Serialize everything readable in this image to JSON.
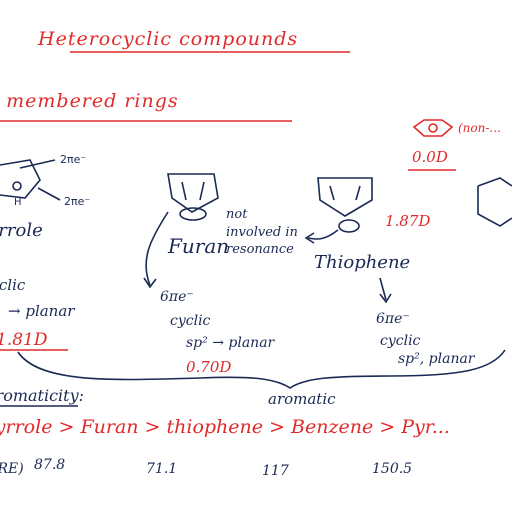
{
  "heading": {
    "title": "Heterocyclic compounds",
    "subtitle": "five membered rings"
  },
  "colors": {
    "red_ink": "#e02a2a",
    "blue_ink": "#1b2a55"
  },
  "pyrrole": {
    "name": "Pyrrole",
    "lone_pair_label": "2πe⁻",
    "double_bond_label": "2πe⁻",
    "h_label": "H",
    "props": [
      "cyclic",
      "→ planar"
    ],
    "dipole": "1.81D"
  },
  "furan": {
    "name": "Furan",
    "props": [
      "6πe⁻",
      "cyclic",
      "sp² → planar"
    ],
    "dipole": "0.70D",
    "note": "not involved in resonance"
  },
  "thiophene": {
    "name": "Thiophene",
    "dipole": "1.87D",
    "props": [
      "6πe⁻",
      "cyclic",
      "sp², planar"
    ]
  },
  "benzene": {
    "label": "(non-...",
    "dipole": "0.0D"
  },
  "aromaticity": {
    "label": "aromaticity:",
    "bracket_label": "aromatic",
    "order": "Pyrrole > Furan > thiophene > Benzene > Pyr..."
  },
  "resonance_energy": {
    "label": "(RE)",
    "values": [
      "87.8",
      "71.1",
      "117",
      "150.5"
    ]
  }
}
